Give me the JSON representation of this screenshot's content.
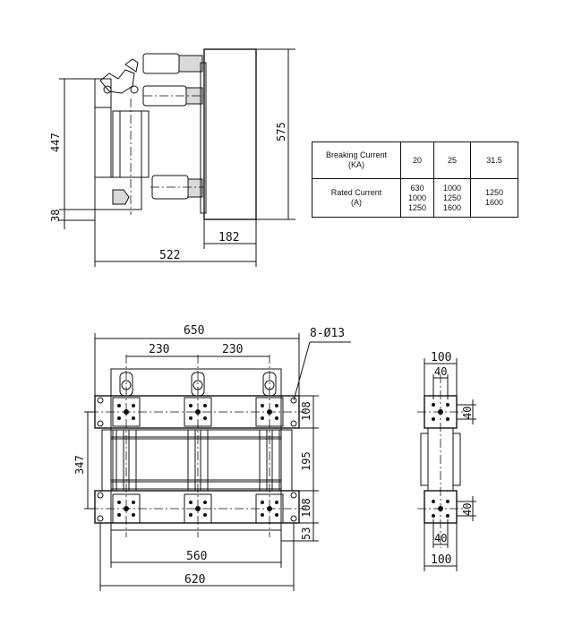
{
  "side_view": {
    "dims": {
      "d447": "447",
      "d38": "38",
      "d575": "575",
      "d182": "182",
      "d522": "522"
    }
  },
  "front_view": {
    "dims": {
      "d650": "650",
      "d230a": "230",
      "d230b": "230",
      "hole": "8-Ø13",
      "d108a": "108",
      "d195": "195",
      "d108b": "108",
      "d53": "53",
      "d347": "347",
      "d560": "560",
      "d620": "620"
    }
  },
  "end_view": {
    "dims": {
      "d100top": "100",
      "d40top": "40",
      "d40r1": "40",
      "d40r2": "40",
      "d40bot": "40",
      "d100bot": "100"
    }
  },
  "spec_table": {
    "breaking_label_1": "Breaking Current",
    "breaking_label_2": "(KA)",
    "breaking_values": [
      "20",
      "25",
      "31.5"
    ],
    "rated_label_1": "Rated Current",
    "rated_label_2": "(A)",
    "rated_col1": [
      "630",
      "1000",
      "1250"
    ],
    "rated_col2": [
      "1000",
      "1250",
      "1600"
    ],
    "rated_col3": [
      "1250",
      "1600"
    ]
  }
}
